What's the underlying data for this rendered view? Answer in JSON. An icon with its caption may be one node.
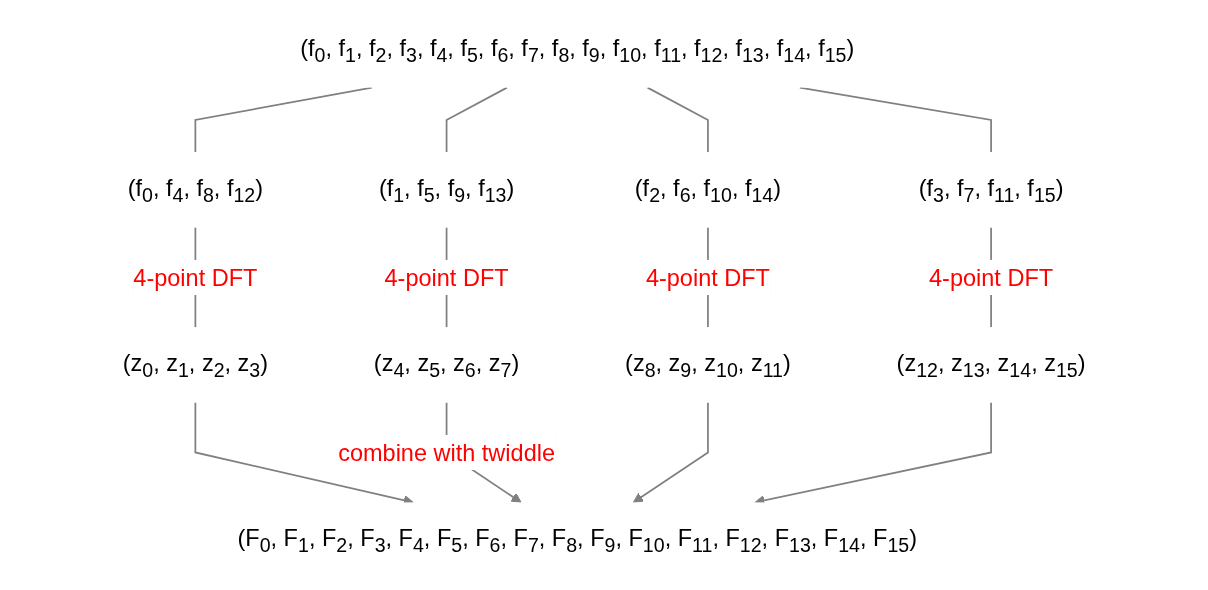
{
  "diagram": {
    "nodes": [
      {
        "text": [
          "(f$_{0}$, f$_{1}$, f$_{2}$, f$_{3}$, f$_{4}$, f$_{5}$, f$_{6}$, f$_{7}$, f$_{8}$, f$_{9}$, f$_{10}$, f$_{11}$, f$_{12}$, f$_{13}$, f$_{14}$, f$_{15}$)"
        ]
      },
      {
        "text": [
          "(f$_{0}$, f$_{4}$, f$_{8}$, f$_{12}$)"
        ]
      },
      {
        "text": [
          "(f$_{1}$, f$_{5}$, f$_{9}$, f$_{13}$)"
        ]
      },
      {
        "text": [
          "(f$_{2}$, f$_{6}$, f$_{10}$, f$_{14}$)"
        ]
      },
      {
        "text": [
          "(f$_{3}$, f$_{7}$, f$_{11}$, f$_{15}$)"
        ]
      },
      {
        "text": [
          "(z$_{0}$, z$_{1}$, z$_{2}$, z$_{3}$)"
        ]
      },
      {
        "text": [
          "(z$_{4}$, z$_{5}$, z$_{6}$, z$_{7}$)"
        ]
      },
      {
        "text": [
          "(z$_{8}$, z$_{9}$, z$_{10}$, z$_{11}$)"
        ]
      },
      {
        "text": [
          "(z$_{12}$, z$_{13}$, z$_{14}$, z$_{15}$)"
        ]
      },
      {
        "text": [
          "(F$_{0}$, F$_{1}$, F$_{2}$, F$_{3}$, F$_{4}$, F$_{5}$, F$_{6}$, F$_{7}$, F$_{8}$, F$_{9}$, F$_{10}$, F$_{11}$, F$_{12}$, F$_{13}$, F$_{14}$, F$_{15}$)"
        ]
      }
    ],
    "edges": [
      {
        "from": 0,
        "to": 1,
        "arrow": "none"
      },
      {
        "from": 0,
        "to": 2,
        "arrow": "none"
      },
      {
        "from": 0,
        "to": 3,
        "arrow": "none"
      },
      {
        "from": 0,
        "to": 4,
        "arrow": "none"
      },
      {
        "from": 1,
        "to": 5,
        "arrow": "none",
        "label": "4-point DFT"
      },
      {
        "from": 2,
        "to": 6,
        "arrow": "none",
        "label": "4-point DFT"
      },
      {
        "from": 3,
        "to": 7,
        "arrow": "none",
        "label": "4-point DFT"
      },
      {
        "from": 4,
        "to": 8,
        "arrow": "none",
        "label": "4-point DFT"
      },
      {
        "from": 5,
        "to": 9,
        "arrow": "to"
      },
      {
        "from": 6,
        "to": 9,
        "arrow": "to",
        "label": "combine with twiddle"
      },
      {
        "from": 7,
        "to": 9,
        "arrow": "to"
      },
      {
        "from": 8,
        "to": 9,
        "arrow": "to"
      }
    ]
  }
}
